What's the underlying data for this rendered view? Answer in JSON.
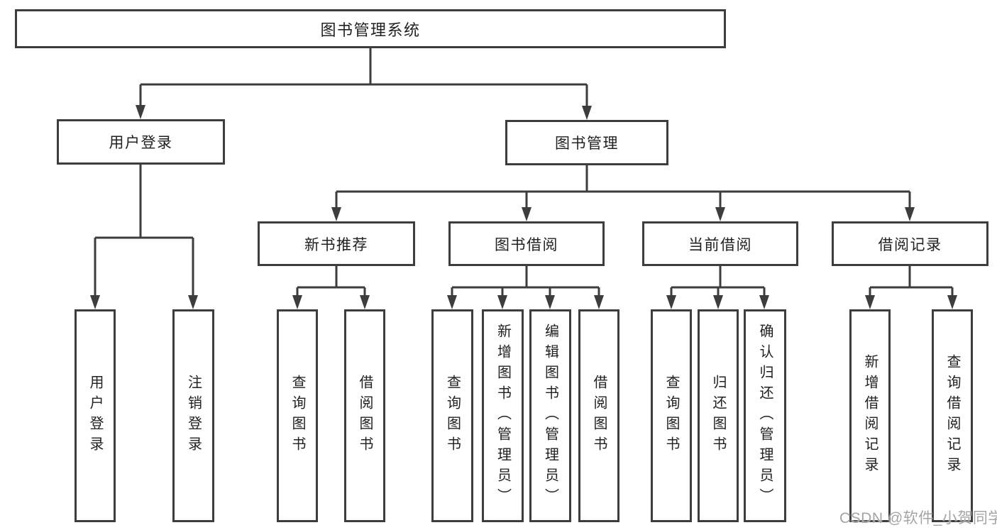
{
  "colors": {
    "line": "#3d3d3d",
    "text": "#212121",
    "background": "#ffffff",
    "watermark": "#a4a4a4"
  },
  "watermark": {
    "text": "CSDN @软件_小贺同学"
  },
  "tree": {
    "root": "图书管理系统",
    "branches": [
      {
        "label": "用户登录",
        "children": [
          "用户登录",
          "注销登录"
        ]
      },
      {
        "label": "图书管理",
        "groups": [
          {
            "label": "新书推荐",
            "children": [
              "查询图书",
              "借阅图书"
            ]
          },
          {
            "label": "图书借阅",
            "children": [
              "查询图书",
              "新增图书（管理员）",
              "编辑图书（管理员）",
              "借阅图书"
            ]
          },
          {
            "label": "当前借阅",
            "children": [
              "查询图书",
              "归还图书",
              "确认归还（管理员）"
            ]
          },
          {
            "label": "借阅记录",
            "children": [
              "新增借阅记录",
              "查询借阅记录"
            ]
          }
        ]
      }
    ]
  }
}
